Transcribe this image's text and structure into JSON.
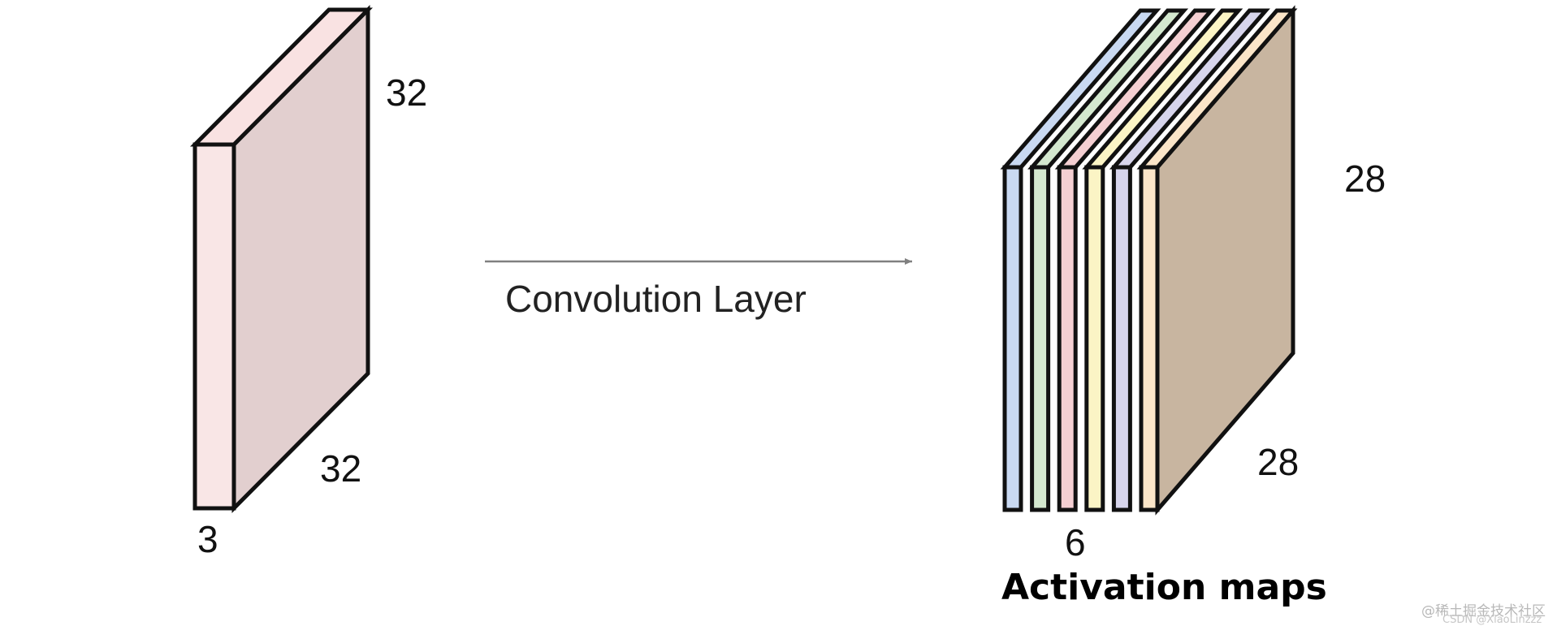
{
  "input_volume": {
    "height_label": "32",
    "width_label": "32",
    "depth_label": "3",
    "front_color": "#f9e6e6",
    "side_color": "#e2cfcf",
    "top_color": "#f9e2e2"
  },
  "operation": {
    "label": "Convolution Layer",
    "arrow_color": "#808080"
  },
  "output_volume": {
    "height_label": "28",
    "width_label": "28",
    "depth_label": "6",
    "caption": "Activation maps",
    "side_color": "#c8b5a0",
    "slice_colors": [
      "#c9d9f2",
      "#d4e8cf",
      "#f4cfd2",
      "#fbf4c5",
      "#d7d5ec",
      "#fbe5c8"
    ]
  },
  "watermark": {
    "primary": "@稀土掘金技术社区",
    "secondary": "CSDN @XiaoLinzzz"
  }
}
